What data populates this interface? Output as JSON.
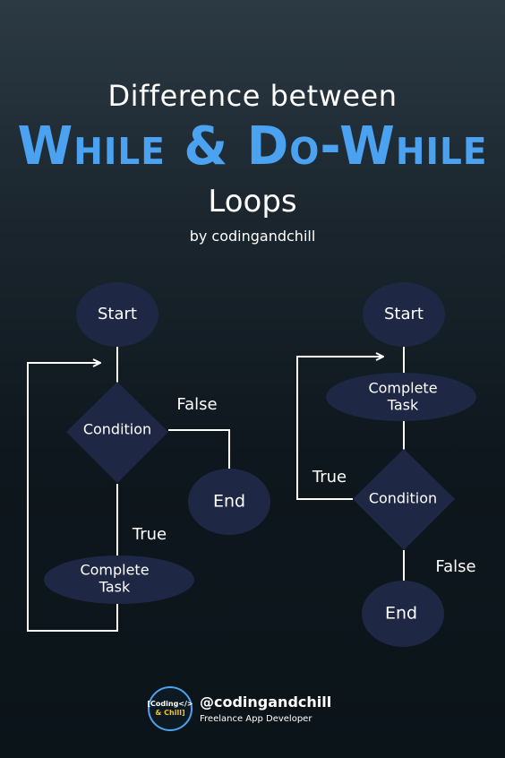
{
  "header": {
    "line1": "Difference between",
    "line2": "While & Do-While",
    "line3": "Loops",
    "byline": "by codingandchill"
  },
  "while_loop": {
    "start": "Start",
    "condition": "Condition",
    "false_label": "False",
    "end": "End",
    "true_label": "True",
    "task_line1": "Complete",
    "task_line2": "Task"
  },
  "do_while_loop": {
    "start": "Start",
    "task_line1": "Complete",
    "task_line2": "Task",
    "true_label": "True",
    "condition": "Condition",
    "false_label": "False",
    "end": "End"
  },
  "footer": {
    "logo_line1": "[Coding</>",
    "logo_line2": "& Chill]",
    "handle": "@codingandchill",
    "role": "Freelance App Developer"
  },
  "colors": {
    "accent": "#4aa2f0",
    "node_fill": "#1e2845",
    "line": "#ffffff"
  }
}
